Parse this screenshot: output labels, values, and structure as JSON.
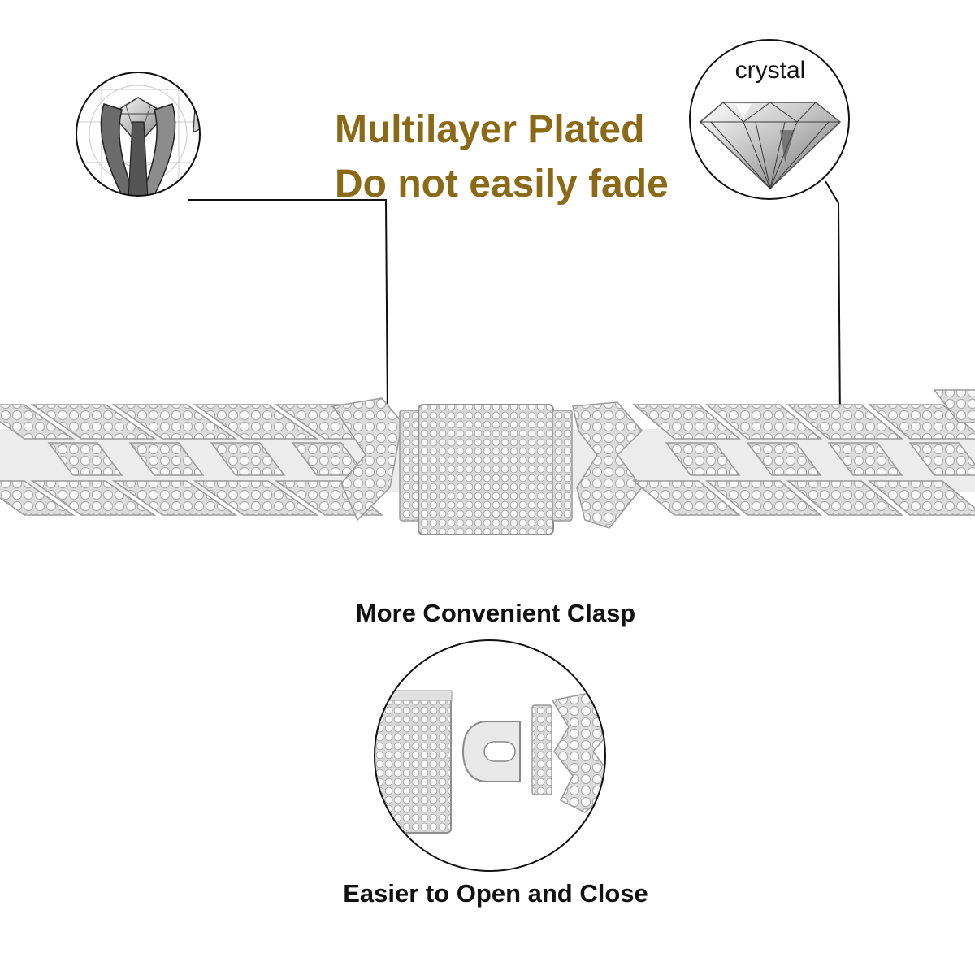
{
  "headline": {
    "line1": "Multilayer Plated",
    "line2": "Do not easily fade",
    "color": "#8a6a16"
  },
  "detail_crystal": {
    "label": "crystal"
  },
  "clasp": {
    "caption_top": "More Convenient Clasp",
    "caption_bottom": "Easier to Open and Close"
  },
  "colors": {
    "outline": "#111111",
    "metal": "#e6e6e6",
    "stone": "#f4f4f4",
    "stone_shadow": "#b9b9b9"
  }
}
